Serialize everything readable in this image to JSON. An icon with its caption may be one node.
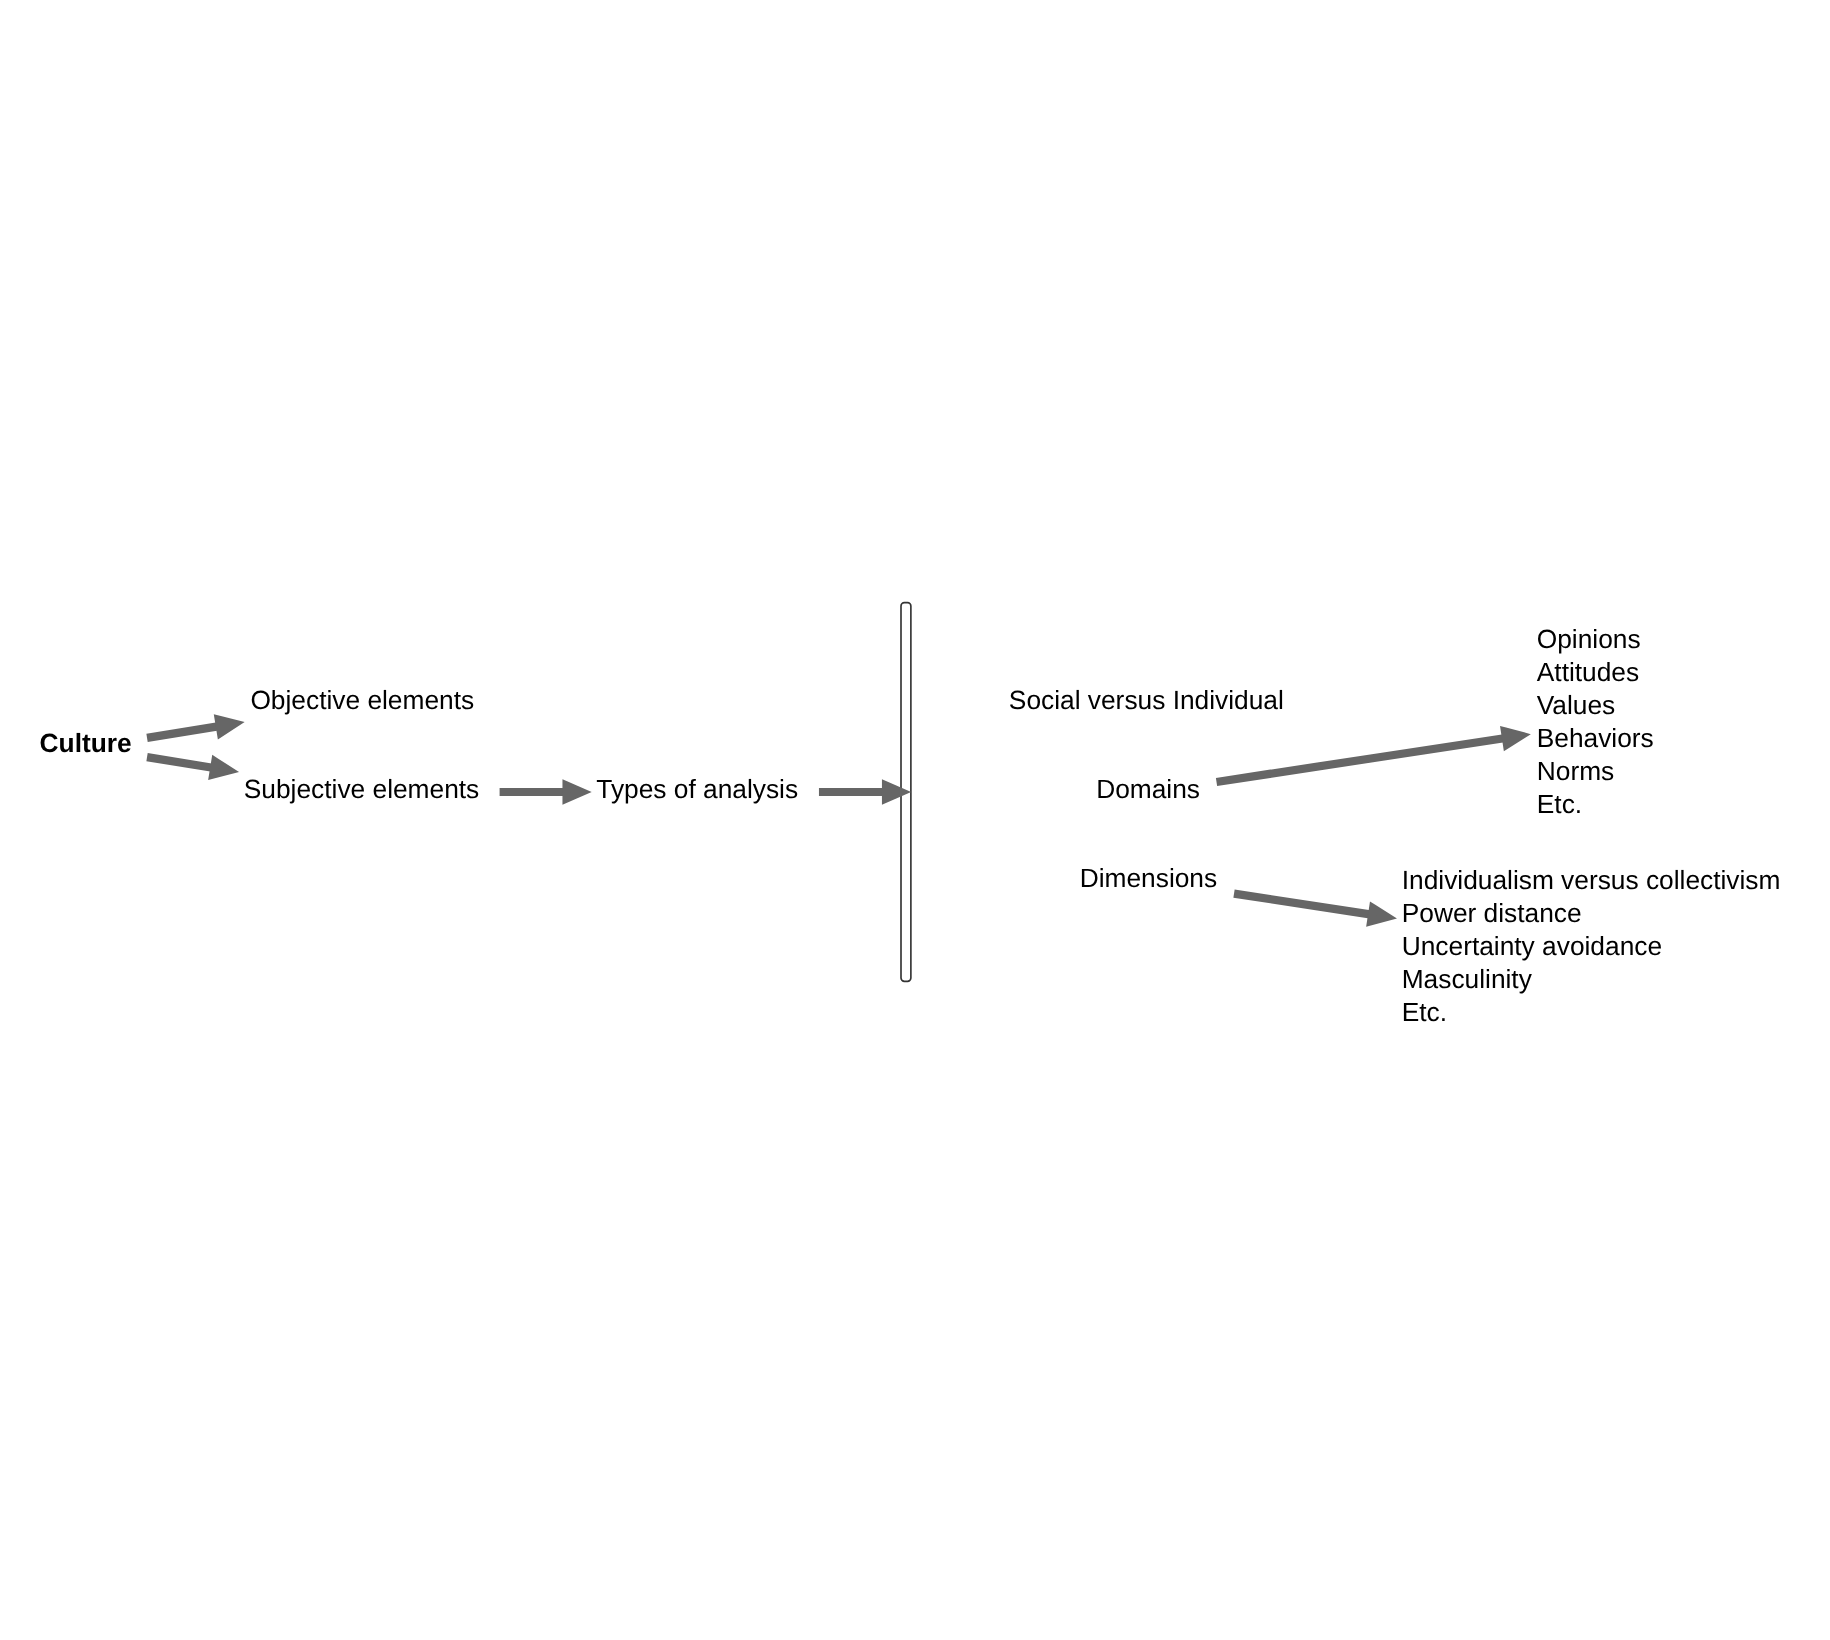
{
  "diagram": {
    "nodes": [
      {
        "text": [
          "Culture"
        ]
      },
      {
        "text": [
          "Objective elements"
        ]
      },
      {
        "text": [
          "Subjective elements"
        ]
      },
      {
        "text": [
          "Types of analysis"
        ]
      },
      {
        "text": [],
        "shape": "brace"
      },
      {
        "text": [
          "Social versus Individual"
        ]
      },
      {
        "text": [
          "Domains"
        ]
      },
      {
        "text": [
          "Dimensions"
        ]
      },
      {
        "text": [
          "Opinions",
          "Attitudes",
          "Values",
          "Behaviors",
          "Norms",
          "Etc."
        ]
      },
      {
        "text": [
          "Individualism versus collectivism",
          "Power distance",
          "Uncertainty avoidance",
          "Masculinity",
          "Etc."
        ]
      }
    ],
    "edges": [
      {
        "from": 0,
        "to": 1,
        "arrow": "to"
      },
      {
        "from": 0,
        "to": 2,
        "arrow": "to"
      },
      {
        "from": 2,
        "to": 3,
        "arrow": "to"
      },
      {
        "from": 3,
        "to": 4,
        "arrow": "to"
      },
      {
        "from": 6,
        "to": 8,
        "arrow": "to"
      },
      {
        "from": 7,
        "to": 9,
        "arrow": "to"
      }
    ]
  }
}
